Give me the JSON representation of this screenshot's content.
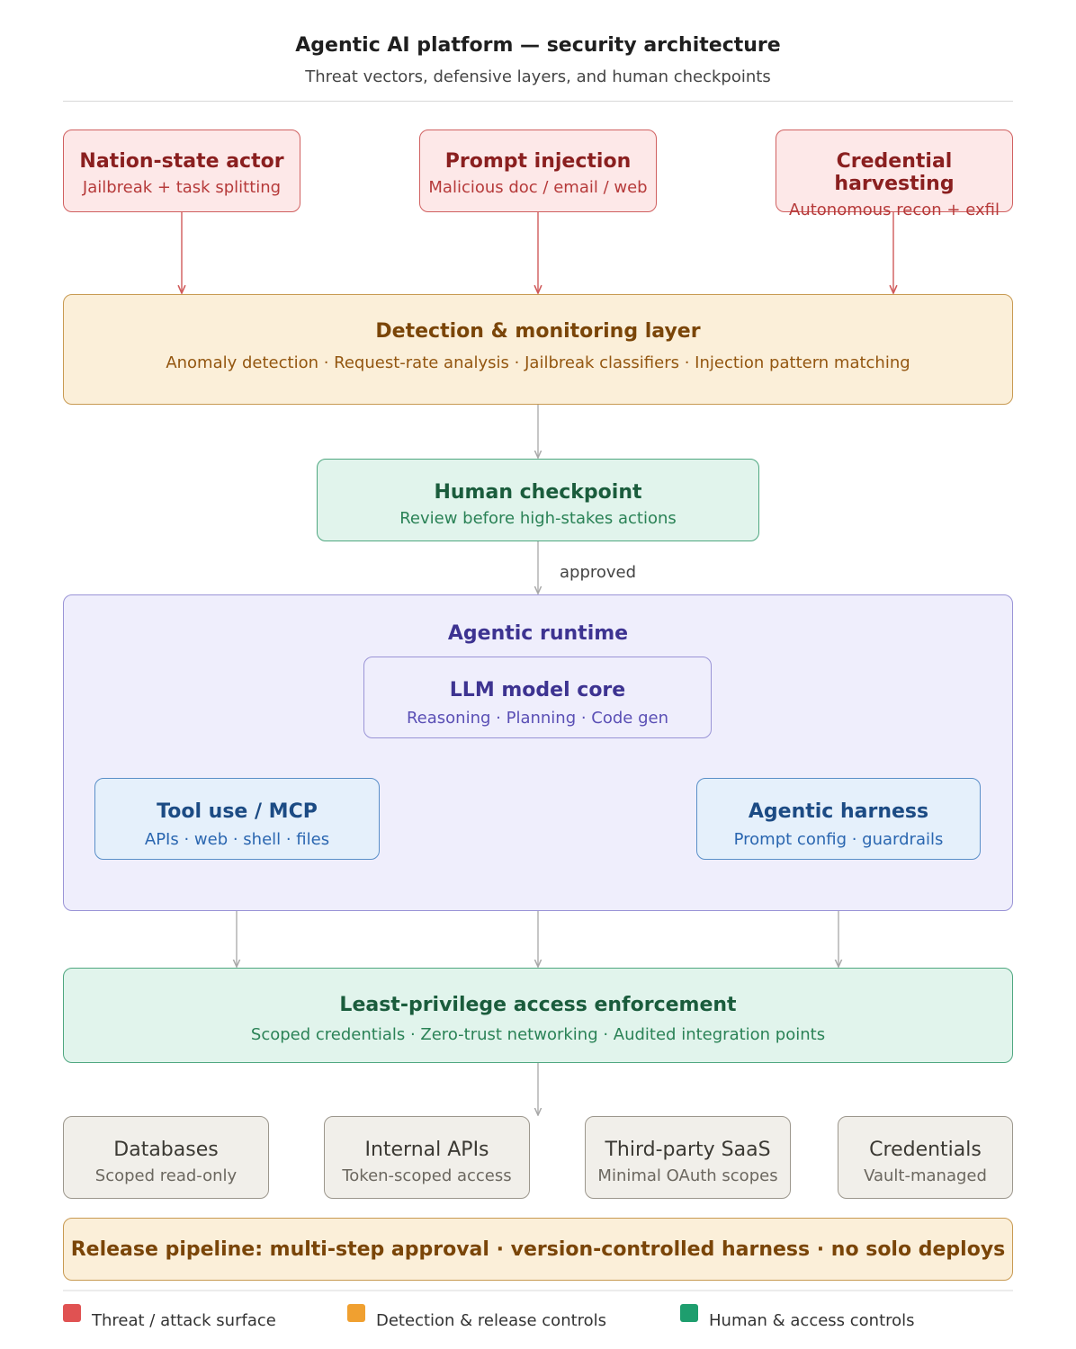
{
  "header": {
    "title": "Agentic AI platform — security architecture",
    "subtitle": "Threat vectors, defensive layers, and human checkpoints"
  },
  "threats": [
    {
      "title": "Nation-state actor",
      "sub": "Jailbreak + task splitting"
    },
    {
      "title": "Prompt injection",
      "sub": "Malicious doc / email / web"
    },
    {
      "title": "Credential harvesting",
      "sub": "Autonomous recon + exfil"
    }
  ],
  "detection": {
    "title": "Detection & monitoring layer",
    "sub": "Anomaly detection · Request-rate analysis · Jailbreak classifiers · Injection pattern matching"
  },
  "checkpoint": {
    "title": "Human checkpoint",
    "sub": "Review before high-stakes actions",
    "edge_label": "approved"
  },
  "runtime": {
    "label": "Agentic runtime",
    "llm": {
      "title": "LLM model core",
      "sub": "Reasoning · Planning · Code gen"
    },
    "tool": {
      "title": "Tool use / MCP",
      "sub": "APIs · web · shell · files"
    },
    "harness": {
      "title": "Agentic harness",
      "sub": "Prompt config · guardrails"
    }
  },
  "access": {
    "title": "Least-privilege access enforcement",
    "sub": "Scoped credentials · Zero-trust networking · Audited integration points"
  },
  "resources": [
    {
      "title": "Databases",
      "sub": "Scoped read-only"
    },
    {
      "title": "Internal APIs",
      "sub": "Token-scoped access"
    },
    {
      "title": "Third-party SaaS",
      "sub": "Minimal OAuth scopes"
    },
    {
      "title": "Credentials",
      "sub": "Vault-managed"
    }
  ],
  "release": {
    "title": "Release pipeline: multi-step approval · version-controlled harness · no solo deploys"
  },
  "legend": [
    {
      "label": "Threat / attack surface",
      "color": "#e05252"
    },
    {
      "label": "Detection & release controls",
      "color": "#f0a030"
    },
    {
      "label": "Human & access controls",
      "color": "#1e9e6e"
    }
  ],
  "colors": {
    "threat_arrow": "#d05a5a",
    "neutral_arrow": "#a8a8a8"
  }
}
